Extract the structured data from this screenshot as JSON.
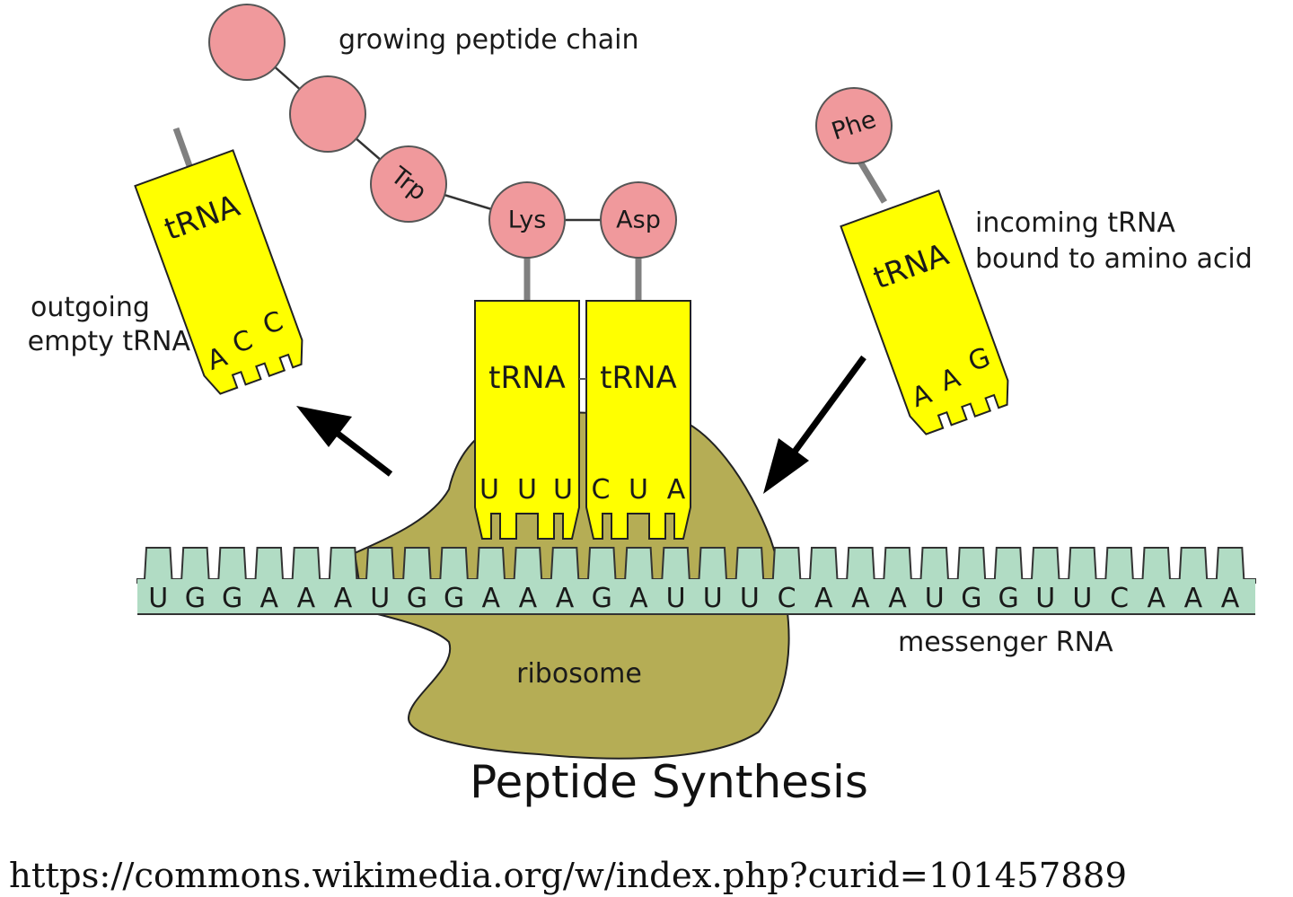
{
  "labels": {
    "growing_chain": "growing peptide chain",
    "outgoing_1": "outgoing",
    "outgoing_2": "empty tRNA",
    "incoming_1": "incoming tRNA",
    "incoming_2": "bound to amino acid",
    "messenger": "messenger RNA",
    "ribosome": "ribosome"
  },
  "title": "Peptide Synthesis",
  "source": "https://commons.wikimedia.org/w/index.php?curid=101457889",
  "amino_acids": {
    "chain": [
      "",
      "",
      "Trp",
      "Lys",
      "Asp"
    ],
    "incoming": "Phe"
  },
  "trnas": {
    "outgoing": {
      "label": "tRNA",
      "anticodon": [
        "A",
        "C",
        "C"
      ]
    },
    "p_site": {
      "label": "tRNA",
      "anticodon": [
        "U",
        "U",
        "U"
      ]
    },
    "a_site": {
      "label": "tRNA",
      "anticodon": [
        "C",
        "U",
        "A"
      ]
    },
    "incoming": {
      "label": "tRNA",
      "anticodon": [
        "A",
        "A",
        "G"
      ]
    }
  },
  "mrna": [
    "U",
    "G",
    "G",
    "A",
    "A",
    "A",
    "U",
    "G",
    "G",
    "A",
    "A",
    "A",
    "G",
    "A",
    "U",
    "U",
    "U",
    "C",
    "A",
    "A",
    "A",
    "U",
    "G",
    "G",
    "U",
    "U",
    "C",
    "A",
    "A",
    "A"
  ],
  "colors": {
    "trna": "#ffff00",
    "amino_acid": "#f0999c",
    "ribosome": "#b5ad55",
    "mrna": "#b1dcc4",
    "stem": "#808080",
    "outline": "#222222"
  }
}
